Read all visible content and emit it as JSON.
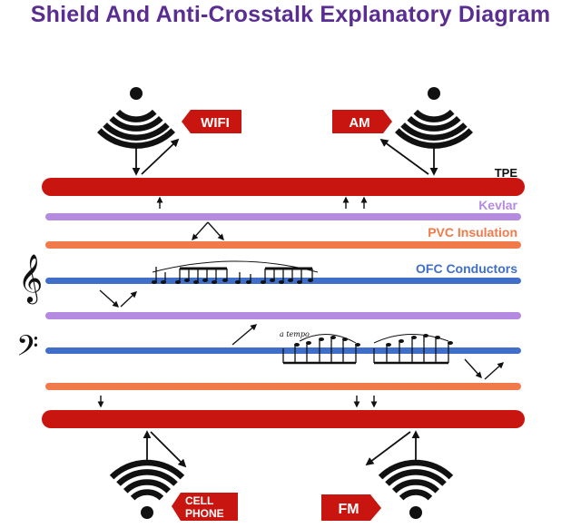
{
  "title": "Shield And Anti-Crosstalk Explanatory Diagram",
  "layers": {
    "tpe": "TPE",
    "kevlar": "Kevlar",
    "pvc": "PVC Insulation",
    "ofc": "OFC Conductors"
  },
  "signals": {
    "wifi": "WIFI",
    "am": "AM",
    "cell_line1": "CELL",
    "cell_line2": "PHONE",
    "fm": "FM"
  },
  "music_annotation": "a tempo",
  "colors": {
    "title": "#5a2d91",
    "tpe": "#c8150f",
    "kevlar": "#b48be0",
    "pvc": "#f07a4a",
    "ofc": "#3f6fc8",
    "tag": "#c8150f"
  },
  "icons": {
    "signal_top": "wireless-broadcast-icon",
    "signal_bottom": "wifi-icon",
    "treble": "treble-clef-icon",
    "bass": "bass-clef-icon",
    "notes": "music-notes-icon"
  }
}
